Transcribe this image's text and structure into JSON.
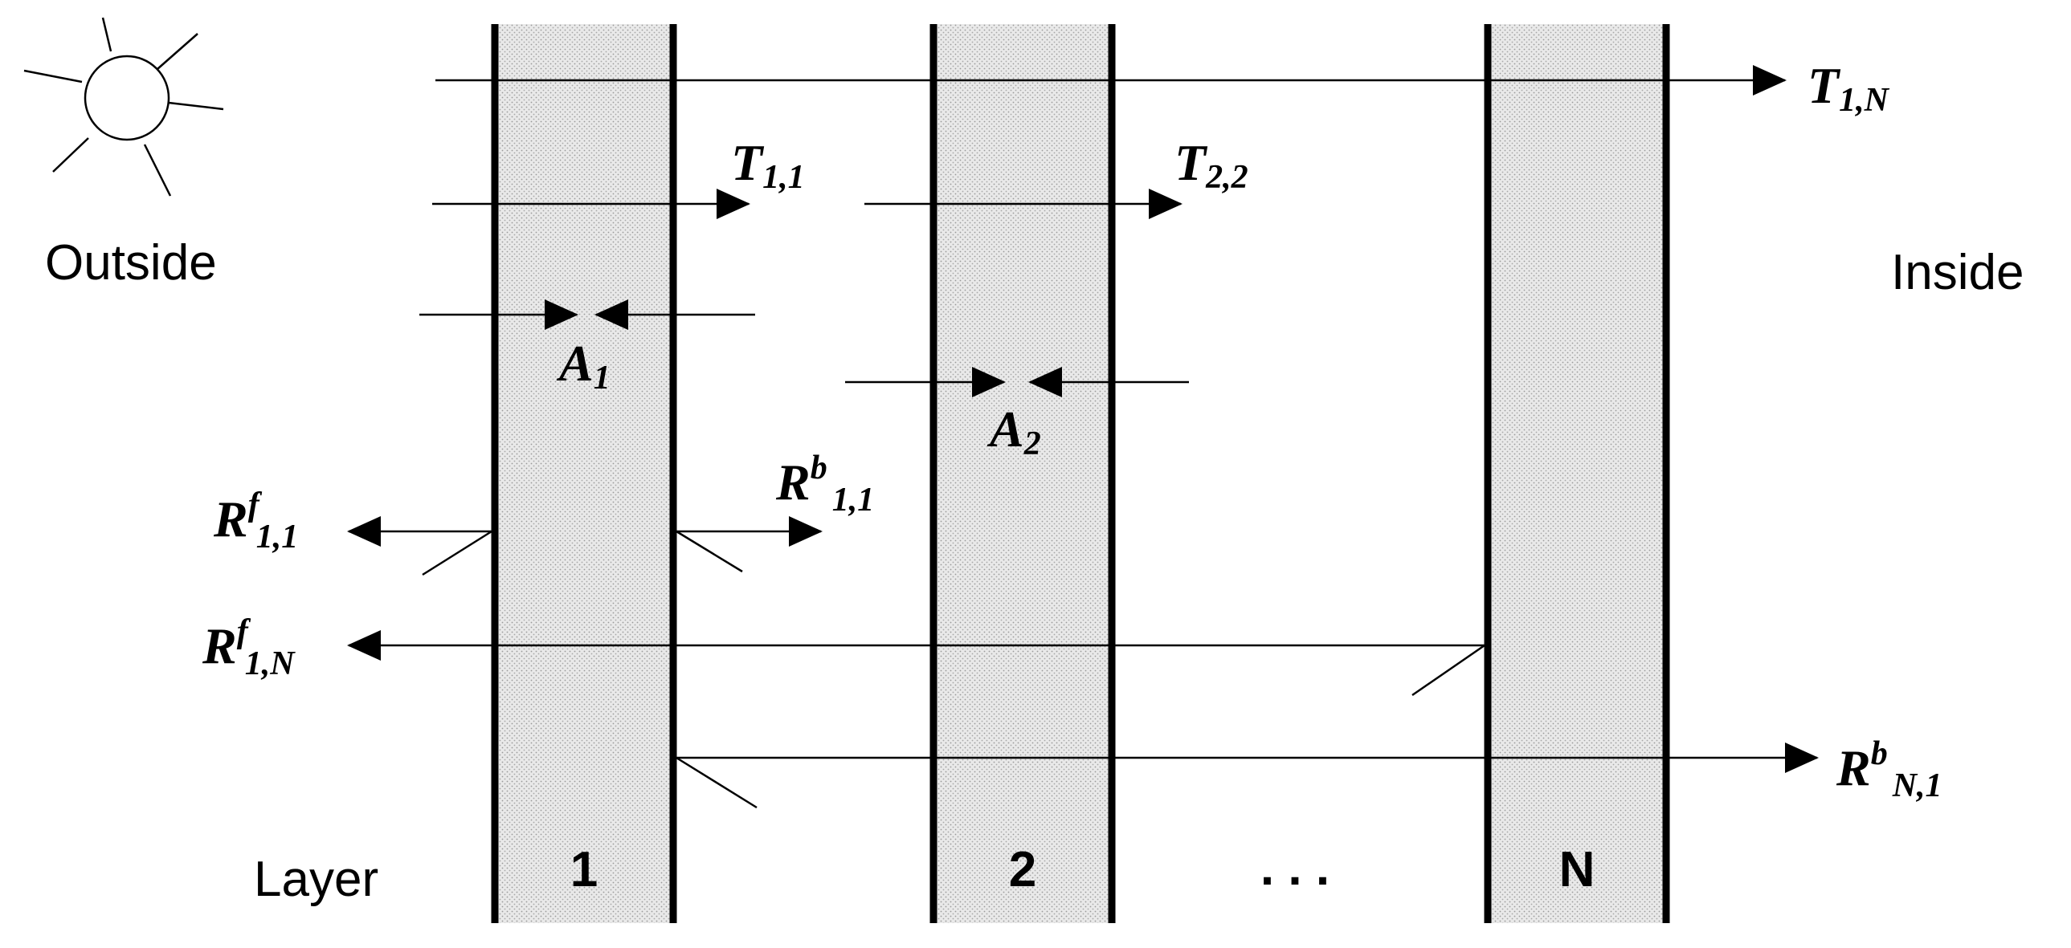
{
  "labels": {
    "outside": "Outside",
    "inside": "Inside",
    "layer": "Layer",
    "ellipsis": ". . ."
  },
  "layers": [
    {
      "label": "1"
    },
    {
      "label": "2"
    },
    {
      "label": "N"
    }
  ],
  "rays": {
    "t1n": {
      "main": "T",
      "sub": "1,N"
    },
    "t11": {
      "main": "T",
      "sub": "1,1"
    },
    "t22": {
      "main": "T",
      "sub": "2,2"
    },
    "a1": {
      "main": "A",
      "sub": "1"
    },
    "a2": {
      "main": "A",
      "sub": "2"
    },
    "rf11": {
      "main": "R",
      "sup": "f",
      "sub": "1,1"
    },
    "rb11": {
      "main": "R",
      "sup": "b",
      "sub": "1,1"
    },
    "rf1n": {
      "main": "R",
      "sup": "f",
      "sub": "1,N"
    },
    "rbn1": {
      "main": "R",
      "sup": "b",
      "sub": "N,1"
    }
  },
  "icons": {
    "sun": "sun-icon"
  }
}
